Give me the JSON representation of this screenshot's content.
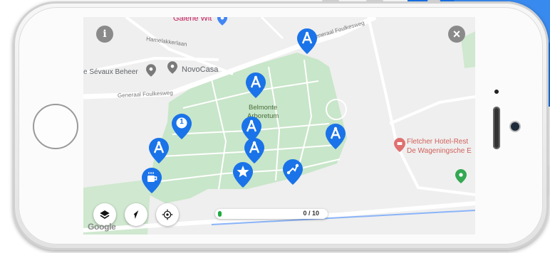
{
  "map": {
    "labels": {
      "galerie": "Galerie Wit",
      "hamelakkerlaan": "Hamelakkerlaan",
      "foulkesweg_top": "Generaal Foulkesweg",
      "sevaux": "e Sévaux Beheer",
      "novocasa": "NovoCasa",
      "foulkesweg_left": "Generaal Foulkesweg",
      "park_line1": "Belmonte",
      "park_line2": "Arboretum",
      "hotel_line1": "Fletcher Hotel-Rest",
      "hotel_line2": "De Wageningsche E",
      "google": "Google"
    }
  },
  "controls": {
    "info_glyph": "i",
    "close_glyph": "×"
  },
  "progress": {
    "label": "0 / 10",
    "fraction": 0.04
  },
  "pins": {
    "numbered_label": "1"
  },
  "colors": {
    "pin_blue": "#1a73e8",
    "park_green": "#c8e6c9",
    "progress_green": "#1faa3b"
  }
}
